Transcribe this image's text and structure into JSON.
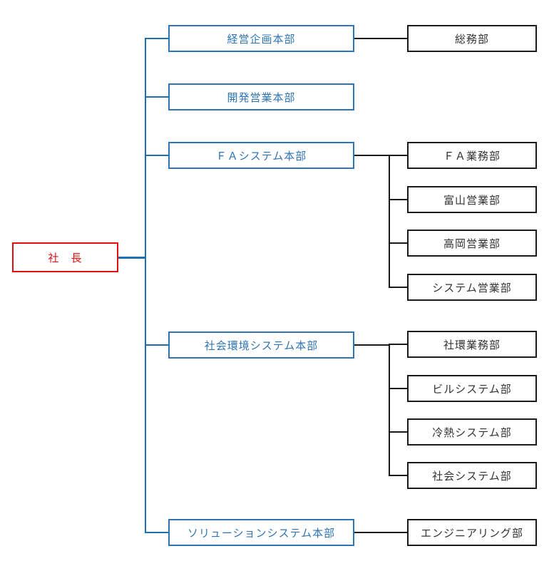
{
  "page": {
    "background": "#ffffff"
  },
  "colors": {
    "root_border": "#e01010",
    "root_text": "#e01010",
    "division_border": "#2e75b6",
    "division_text": "#2e74b5",
    "dept_border": "#1a1a1a",
    "dept_text": "#333333",
    "blue_line": "#1e6fb0",
    "black_line": "#1a1a1a"
  },
  "chart_data": {
    "type": "org-tree",
    "root": {
      "label": "社　長"
    },
    "divisions": [
      {
        "label": "経営企画本部",
        "departments": [
          "総務部"
        ]
      },
      {
        "label": "開発営業本部",
        "departments": []
      },
      {
        "label": "ＦＡシステム本部",
        "departments": [
          "ＦＡ業務部",
          "富山営業部",
          "高岡営業部",
          "システム営業部"
        ]
      },
      {
        "label": "社会環境システム本部",
        "departments": [
          "社環業務部",
          "ビルシステム部",
          "冷熱システム部",
          "社会システム部"
        ]
      },
      {
        "label": "ソリューションシステム本部",
        "departments": [
          "エンジニアリング部"
        ]
      }
    ]
  }
}
